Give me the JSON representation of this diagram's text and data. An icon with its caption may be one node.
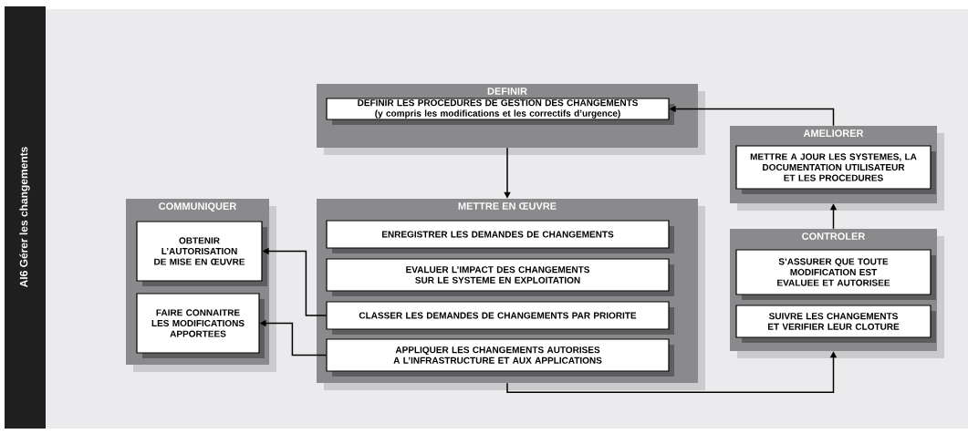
{
  "diagram": {
    "title": "AI6 Gérer les changements",
    "nodes": [
      {
        "text": [
          "DEFINIR"
        ]
      },
      {
        "text": [
          "DEFINIR LES PROCEDURES DE GESTION DES CHANGEMENTS (y compris les modifications et les correctifs d’urgence)"
        ],
        "in": 0
      },
      {
        "text": [
          "COMMUNIQUER"
        ]
      },
      {
        "text": [
          "OBTENIR L’AUTORISATION DE MISE EN ŒUVRE"
        ],
        "in": 2
      },
      {
        "text": [
          "FAIRE CONNAITRE LES MODIFICATIONS APPORTEES"
        ],
        "in": 2
      },
      {
        "text": [
          "METTRE EN ŒUVRE"
        ]
      },
      {
        "text": [
          "ENREGISTRER LES DEMANDES DE CHANGEMENTS"
        ],
        "in": 5
      },
      {
        "text": [
          "EVALUER L’IMPACT DES CHANGEMENTS SUR LE SYSTEME EN EXPLOITATION"
        ],
        "in": 5
      },
      {
        "text": [
          "CLASSER LES DEMANDES DE CHANGEMENTS PAR PRIORITE"
        ],
        "in": 5
      },
      {
        "text": [
          "APPLIQUER LES CHANGEMENTS AUTORISES A L’INFRASTRUCTURE ET AUX APPLICATIONS"
        ],
        "in": 5
      },
      {
        "text": [
          "AMELIORER"
        ]
      },
      {
        "text": [
          "METTRE A JOUR LES SYSTEMES, LA DOCUMENTATION UTILISATEUR ET LES PROCEDURES"
        ],
        "in": 10
      },
      {
        "text": [
          "CONTROLER"
        ]
      },
      {
        "text": [
          "S’ASSURER QUE TOUTE MODIFICATION EST EVALUEE ET AUTORISEE"
        ],
        "in": 12
      },
      {
        "text": [
          "SUIVRE LES CHANGEMENTS ET VERIFIER LEUR CLOTURE"
        ],
        "in": 12
      }
    ],
    "edges": [
      {
        "from": 0,
        "to": 5,
        "arrow": "to"
      },
      {
        "from": 8,
        "to": 3,
        "arrow": "to"
      },
      {
        "from": 9,
        "to": 4,
        "arrow": "to"
      },
      {
        "from": 5,
        "to": 12,
        "arrow": "to"
      },
      {
        "from": 12,
        "to": 10,
        "arrow": "to"
      },
      {
        "from": 10,
        "to": 1,
        "arrow": "to"
      }
    ]
  }
}
